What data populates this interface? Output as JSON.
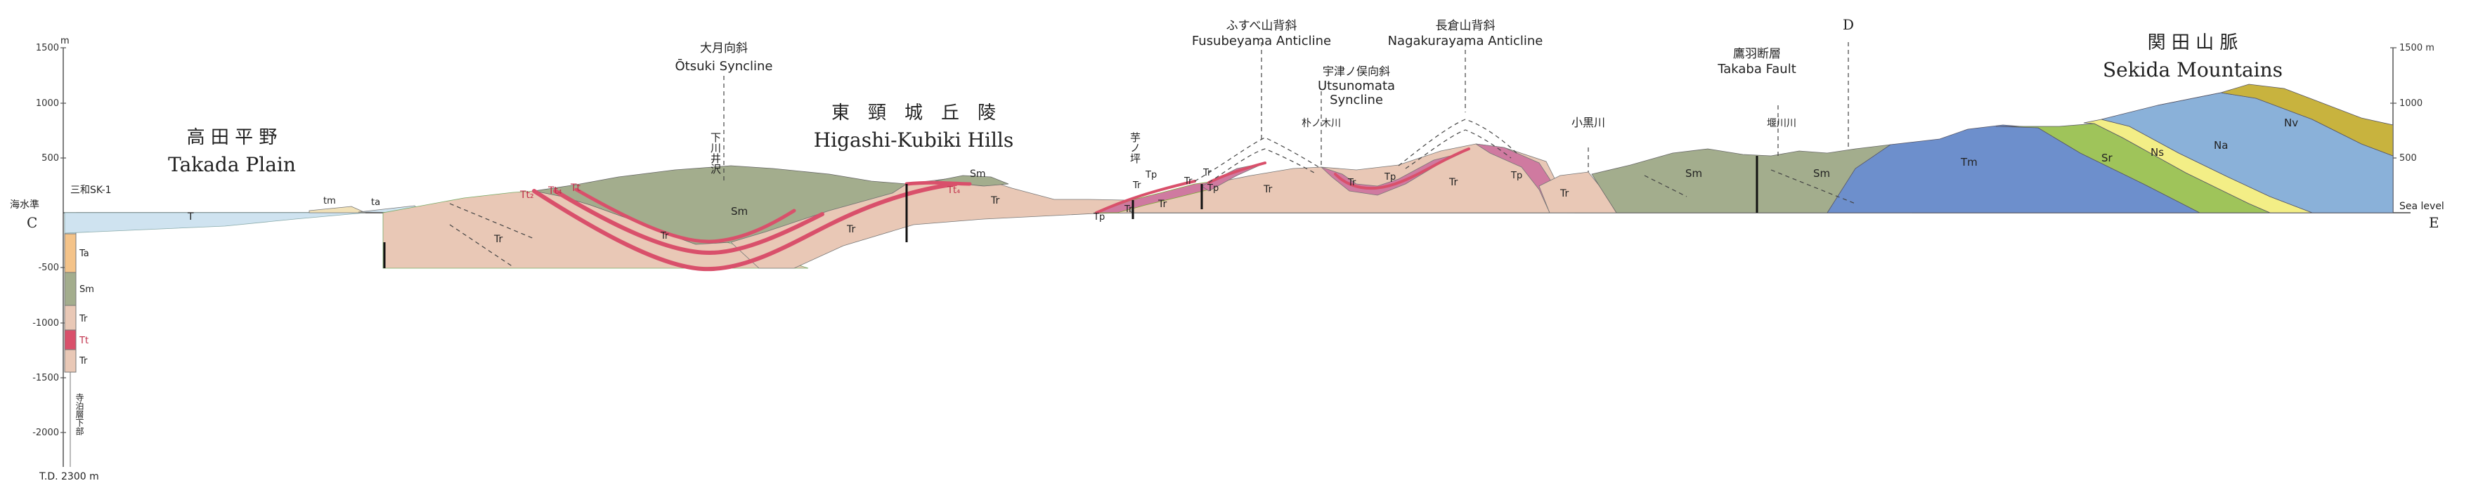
{
  "left_axis": {
    "unit": "m",
    "ticks": [
      "1500",
      "1000",
      "500",
      "-500",
      "-1000",
      "-1500",
      "-2000"
    ],
    "zero_label": "海水準",
    "end_label": "C"
  },
  "right_axis": {
    "ticks": [
      "1500 m",
      "1000",
      "500"
    ],
    "zero_label": "Sea level",
    "end_label": "E"
  },
  "regions": {
    "takada": {
      "jp": "高 田 平 野",
      "en": "Takada Plain"
    },
    "higashi": {
      "jp": "東　頸　城　丘　陵",
      "en": "Higashi-Kubiki Hills"
    },
    "sekida": {
      "jp": "関 田 山 脈",
      "en": "Sekida Mountains"
    }
  },
  "structures": {
    "otsuki": {
      "jp": "大月向斜",
      "en": "Ōtsuki Syncline"
    },
    "fusubeyama": {
      "jp": "ふすべ山背斜",
      "en": "Fusubeyama Anticline"
    },
    "nagakurayama": {
      "jp": "長倉山背斜",
      "en": "Nagakurayama Anticline"
    },
    "utsunomata": {
      "jp": "宇津ノ俣向斜",
      "en1": "Utsunomata",
      "en2": "Syncline"
    },
    "takaba": {
      "jp": "鷹羽断層",
      "en": "Takaba Fault"
    }
  },
  "places": {
    "shimokawai": "下川井沢",
    "imonotsubo": "芋ノ坪",
    "hounokigawa": "朴ノ木川",
    "koguro": "小黒川",
    "sekigawa": "堰川川",
    "point_d": "D",
    "well": "三和SK-1"
  },
  "well_log": {
    "units": [
      "Ta",
      "Sm",
      "Tr",
      "Tt",
      "Tr"
    ],
    "bottom_note": "寺泊層下部",
    "td": "T.D. 2300 m"
  },
  "units": {
    "T": "T",
    "tm": "tm",
    "ta": "ta",
    "Tr": "Tr",
    "Sm": "Sm",
    "Tt": "Tt",
    "Tt1": "Tt",
    "Tt2": "Tt₂",
    "Tt4": "Tt₄",
    "Tp": "Tp",
    "Tm": "Tm",
    "Sr": "Sr",
    "Ns": "Ns",
    "Na": "Na",
    "Nv": "Nv"
  },
  "colors": {
    "T": "#cfe3f0",
    "Ta": "#f4c389",
    "Sm": "#a3ad8d",
    "Tr": "#e9c8b6",
    "Tt": "#d9506b",
    "Tp": "#cf7aa0",
    "Tm": "#6d8fcc",
    "Sr": "#9fc45a",
    "Ns": "#f3ee86",
    "Na": "#8ab1d9",
    "Nv": "#c8b33e"
  }
}
